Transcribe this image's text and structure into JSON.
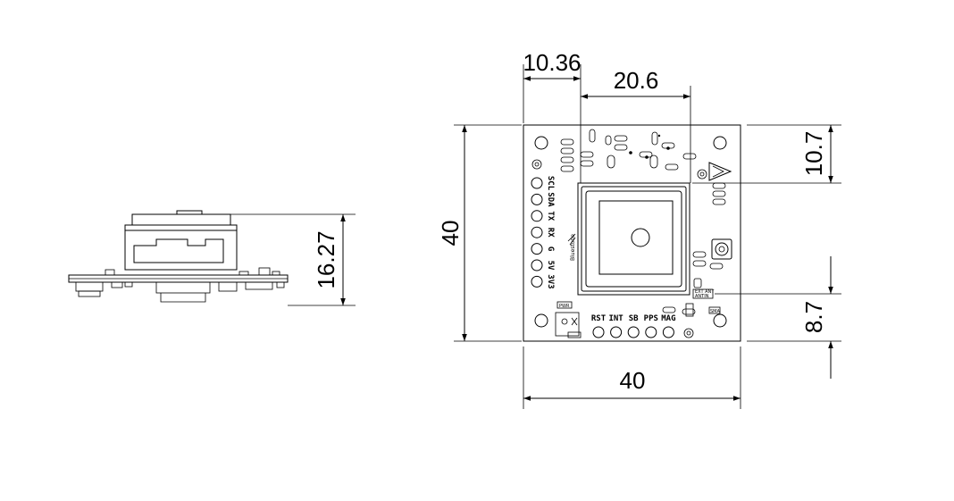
{
  "dimensions": {
    "left_offset": "10.36",
    "antenna_width": "20.6",
    "board_height": "40",
    "board_width": "40",
    "top_offset": "10.7",
    "bottom_offset": "8.7",
    "side_height": "16.27"
  },
  "pins_left": [
    "SCL",
    "SDA",
    "TX",
    "RX",
    "G",
    "5V",
    "3V3"
  ],
  "pins_bottom": [
    "RST",
    "INT",
    "SB",
    "PPS",
    "MAG"
  ],
  "board_marks": {
    "brand": "Bluestone",
    "ext_ant": "EXT ANT",
    "ant_in": "ANTIN",
    "pwr_label": "PWR",
    "jumper_label": "SMA"
  },
  "colors": {
    "line": "#000000",
    "background": "#ffffff"
  }
}
